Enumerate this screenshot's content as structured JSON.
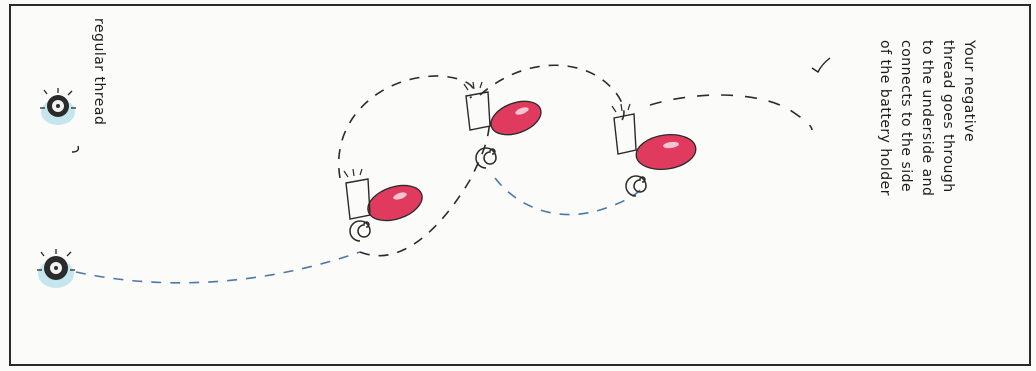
{
  "diagram": {
    "label_regular": "regular thread",
    "label_negative": [
      "Your negative",
      "thread goes through",
      "to the underside and",
      "connects to the side",
      "of the battery holder"
    ],
    "colors": {
      "led": "#e03b5e",
      "thread": "#2c2c2c",
      "blue_thread": "#4a78a8",
      "snap_halo": "#5aa9c8"
    }
  }
}
